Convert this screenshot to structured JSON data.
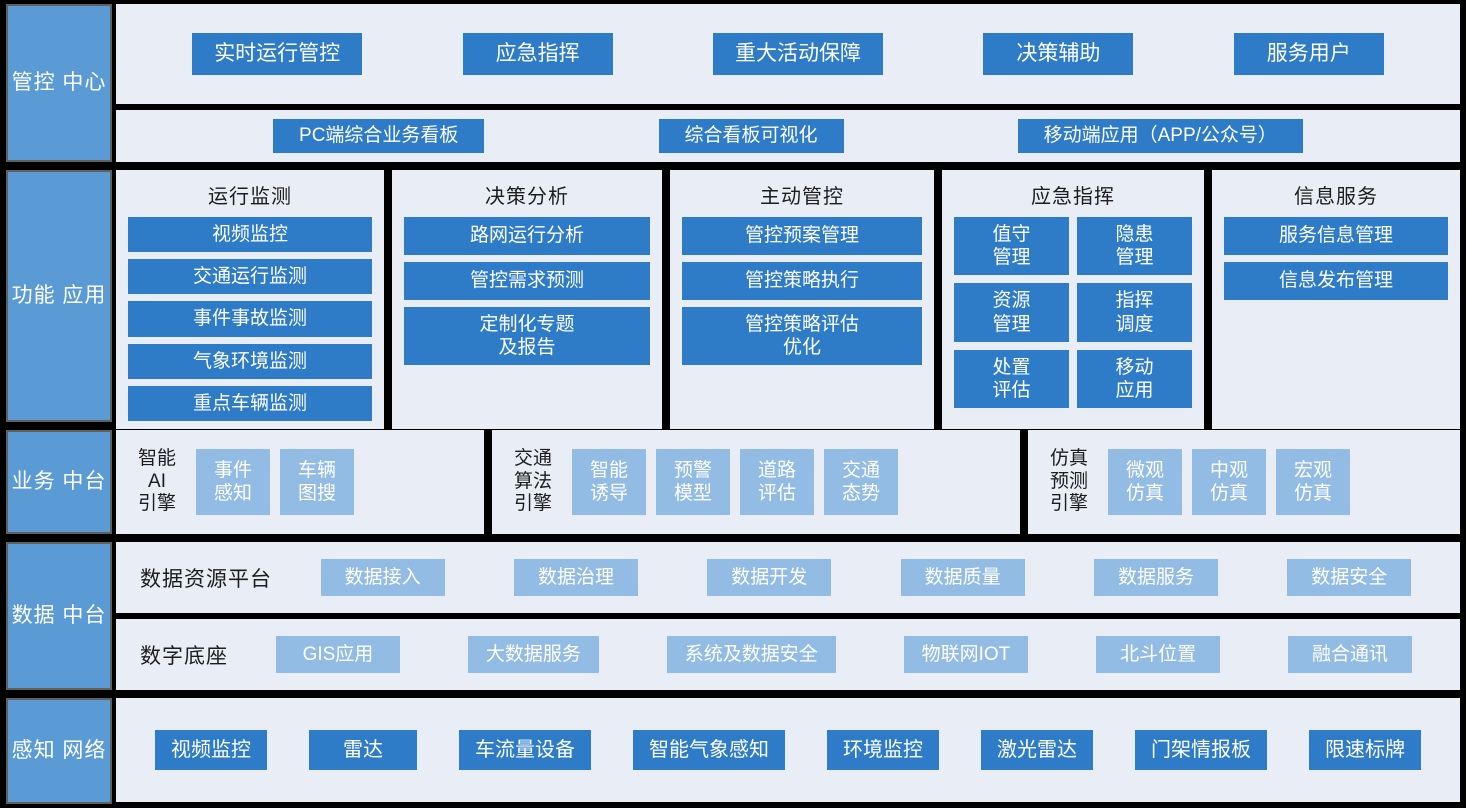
{
  "colors": {
    "sidebar": "#5B9BD5",
    "panel_bg": "#E9EDF5",
    "pill_dark": "#2E7BC8",
    "pill_light": "#92BCE4",
    "canvas": "#000000",
    "text_dark": "#1D1D1D",
    "text_light": "#FFFFFF"
  },
  "layers": {
    "control_center": {
      "label": "管控\n中心"
    },
    "function_app": {
      "label": "功能\n应用"
    },
    "business_mid": {
      "label": "业务\n中台"
    },
    "data_mid": {
      "label": "数据\n中台"
    },
    "sensing_net": {
      "label": "感知\n网络"
    }
  },
  "control_center": {
    "scenarios": [
      {
        "label": "实时运行管控"
      },
      {
        "label": "应急指挥"
      },
      {
        "label": "重大活动保障"
      },
      {
        "label": "决策辅助"
      },
      {
        "label": "服务用户"
      }
    ],
    "channels": [
      {
        "label": "PC端综合业务看板"
      },
      {
        "label": "综合看板可视化"
      },
      {
        "label": "移动端应用（APP/公众号）"
      }
    ]
  },
  "function_app": {
    "cards": [
      {
        "title": "运行监测",
        "items": [
          "视频监控",
          "交通运行监测",
          "事件事故监测",
          "气象环境监测",
          "重点车辆监测"
        ]
      },
      {
        "title": "决策分析",
        "items": [
          "路网运行分析",
          "管控需求预测",
          "定制化专题\n及报告"
        ]
      },
      {
        "title": "主动管控",
        "items": [
          "管控预案管理",
          "管控策略执行",
          "管控策略评估\n优化"
        ]
      },
      {
        "title": "应急指挥",
        "grid": [
          "值守\n管理",
          "隐患\n管理",
          "资源\n管理",
          "指挥\n调度",
          "处置\n评估",
          "移动\n应用"
        ]
      },
      {
        "title": "信息服务",
        "items": [
          "服务信息管理",
          "信息发布管理"
        ]
      }
    ]
  },
  "business_mid": {
    "engines": [
      {
        "label": "智能\nAI\n引擎",
        "items": [
          "事件\n感知",
          "车辆\n图搜"
        ]
      },
      {
        "label": "交通\n算法\n引擎",
        "items": [
          "智能\n诱导",
          "预警\n模型",
          "道路\n评估",
          "交通\n态势"
        ]
      },
      {
        "label": "仿真\n预测\n引擎",
        "items": [
          "微观\n仿真",
          "中观\n仿真",
          "宏观\n仿真"
        ]
      }
    ]
  },
  "data_mid": {
    "rows": [
      {
        "label": "数据资源平台",
        "items": [
          "数据接入",
          "数据治理",
          "数据开发",
          "数据质量",
          "数据服务",
          "数据安全"
        ]
      },
      {
        "label": "数字底座",
        "items": [
          "GIS应用",
          "大数据服务",
          "系统及数据安全",
          "物联网IOT",
          "北斗位置",
          "融合通讯"
        ]
      }
    ]
  },
  "sensing_net": {
    "devices": [
      "视频监控",
      "雷达",
      "车流量设备",
      "智能气象感知",
      "环境监控",
      "激光雷达",
      "门架情报板",
      "限速标牌"
    ]
  }
}
